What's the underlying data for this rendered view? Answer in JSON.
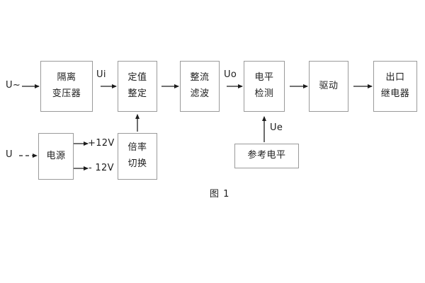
{
  "figure": {
    "caption": "图 1",
    "line_color": "#9a9a9a",
    "text_color": "#1d1d1d",
    "background": "#ffffff"
  },
  "blocks": [
    {
      "id": "isolation-transformer",
      "lines": [
        "隔离",
        "变压器"
      ]
    },
    {
      "id": "setting-value",
      "lines": [
        "定值",
        "整定"
      ]
    },
    {
      "id": "rectify-filter",
      "lines": [
        "整流",
        "滤波"
      ]
    },
    {
      "id": "level-detection",
      "lines": [
        "电平",
        "检测"
      ]
    },
    {
      "id": "drive",
      "lines": [
        "驱动"
      ]
    },
    {
      "id": "output-relay",
      "lines": [
        "出口",
        "继电器"
      ]
    },
    {
      "id": "power-supply",
      "lines": [
        "电源"
      ]
    },
    {
      "id": "multiplier-switch",
      "lines": [
        "倍率",
        "切换"
      ]
    },
    {
      "id": "reference-level",
      "lines": [
        "参考电平"
      ]
    }
  ],
  "signals": {
    "ac_input": "U~",
    "dc_input": "U",
    "ui": "Ui",
    "uo": "Uo",
    "ue": "Ue",
    "supply_positive": "+12V",
    "supply_negative": "- 12V"
  }
}
